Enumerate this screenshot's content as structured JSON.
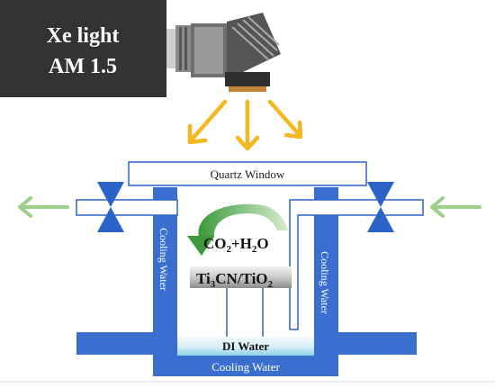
{
  "lamp": {
    "line1": "Xe light",
    "line2": "AM 1.5"
  },
  "window_label": "Quartz Window",
  "reactants": {
    "co2": "CO",
    "sub2a": "2",
    "plus": "+H",
    "sub2b": "2",
    "o": "O"
  },
  "catalyst": {
    "ti": "Ti",
    "sub3": "3",
    "mid": "CN/TiO",
    "sub2": "2"
  },
  "left_jacket_label": "Cooling Water",
  "right_jacket_label": "Cooling Water",
  "bottom_jacket_label": "Cooling Water",
  "liquid_label": "DI Water",
  "colors": {
    "jacket_blue": "#3a6fd0",
    "valve_blue": "#2c63c9",
    "light_orange": "#f5b820",
    "flow_green": "#9ccf88",
    "lamp_body": "#333333"
  }
}
